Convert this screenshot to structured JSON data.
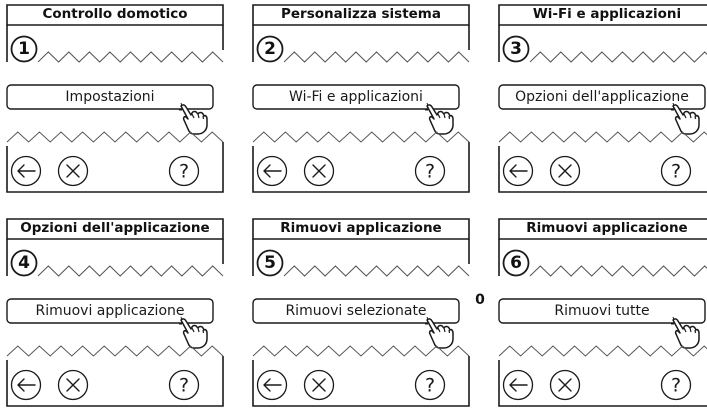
{
  "steps": [
    {
      "number": "1",
      "title": "Controllo domotico",
      "button": "Impostazioni"
    },
    {
      "number": "2",
      "title": "Personalizza sistema",
      "button": "Wi-Fi e applicazioni"
    },
    {
      "number": "3",
      "title": "Wi-Fi e applicazioni",
      "button": "Opzioni dell'applicazione"
    },
    {
      "number": "4",
      "title": "Opzioni dell'applicazione",
      "button": "Rimuovi applicazione"
    },
    {
      "number": "5",
      "title": "Rimuovi applicazione",
      "button": "Rimuovi selezionate"
    },
    {
      "number": "6",
      "title": "Rimuovi applicazione",
      "button": "Rimuovi tutte"
    }
  ],
  "controls": {
    "help_label": "?"
  },
  "stray_mark": "0",
  "icons": [
    "back-arrow-icon",
    "cancel-icon",
    "help-icon",
    "pointing-hand-icon"
  ]
}
